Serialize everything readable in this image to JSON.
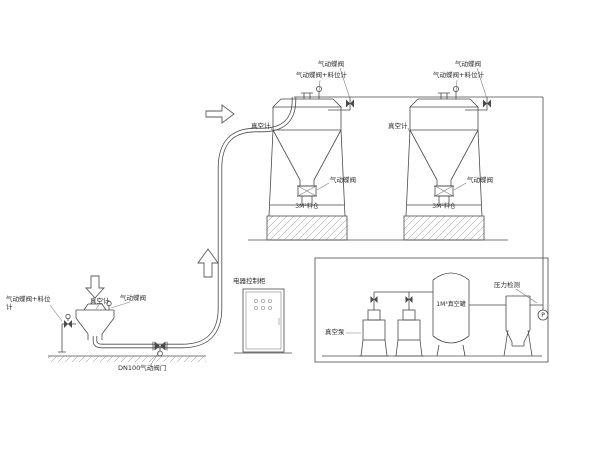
{
  "colors": {
    "line": "#4a4a4a",
    "text": "#2b2b2b",
    "background": "#ffffff"
  },
  "units": {
    "cyclone1": {
      "inlet_valve": "气动蝶阀",
      "top_valve_level": "气动蝶阀+料位计",
      "vacuum_gauge": "真空计",
      "discharge_valve": "气动蝶阀",
      "bin": "3M³料仓"
    },
    "cyclone2": {
      "inlet_valve": "气动蝶阀",
      "top_valve_level": "气动蝶阀+料位计",
      "vacuum_gauge": "真空计",
      "discharge_valve": "气动蝶阀",
      "bin": "3M³料仓"
    },
    "feeder": {
      "inlet_valve_level": "气动蝶阀+料位计",
      "lid_valve": "气动蝶阀",
      "vacuum_gauge": "真空计",
      "pipe_valve": "DN100气动阀门"
    },
    "cabinet": {
      "label": "电器控制柜"
    },
    "vacuum_station": {
      "pumps": "真空泵",
      "tank": "1M³真空罐",
      "pressure": "压力检测",
      "gauge": "P"
    }
  }
}
